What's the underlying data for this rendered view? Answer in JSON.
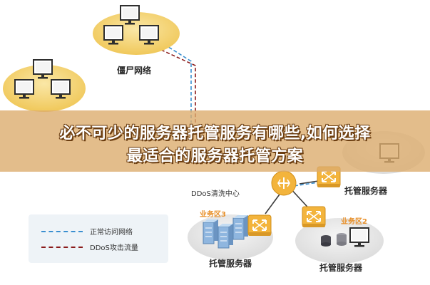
{
  "banner": {
    "line1": "必不可少的服务器托管服务有哪些,如何选择",
    "line2": "最适合的服务器托管方案"
  },
  "nodes": {
    "botnet_label": "僵尸网络",
    "ddos_center_label": "DDoS清洗中心",
    "hosting_right_label": "托管服务器",
    "hosting_zone3_label": "托管服务器",
    "hosting_zone2_label": "托管服务器",
    "zone3_label": "业务区3",
    "zone2_label": "业务区2"
  },
  "legend": {
    "normal_label": "正常访问网络",
    "ddos_label": "DDoS攻击流量"
  },
  "colors": {
    "normal_traffic": "#3a8fd0",
    "ddos_traffic": "#8a1a1a",
    "cloud_yellow": "#f2cf6c",
    "router_orange": "#f3b43c",
    "zone_label": "#e8902a",
    "banner_bg": "#dcac6e"
  }
}
